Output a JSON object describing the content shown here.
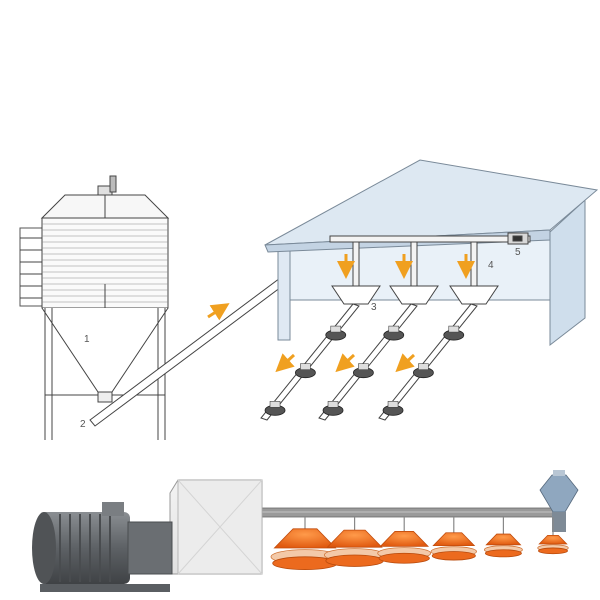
{
  "labels": {
    "silo": "1",
    "auger_inlet": "2",
    "hopper": "3",
    "drop_valve": "4",
    "sensor": "5"
  },
  "colors": {
    "arrow": "#f0a020",
    "line": "#444444",
    "roof": "#dde8f2",
    "wall": "#e9f1f8",
    "feeder_orange": "#f06a1e",
    "motor": "#6f7377",
    "gearbox": "#e6e6e6"
  },
  "icons": [
    "flow-arrow-icon"
  ],
  "upper_diagram": {
    "feeder_lines": 3,
    "drop_tubes": 3,
    "pans_per_line": 3
  },
  "lower_photo": {
    "feeder_pans": 6
  }
}
